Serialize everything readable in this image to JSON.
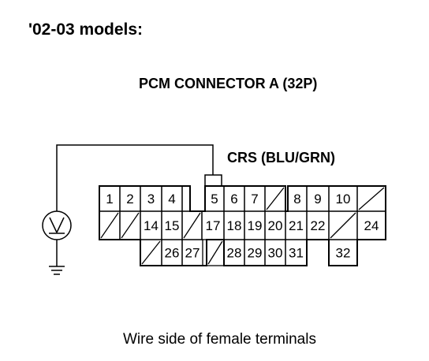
{
  "heading": "'02-03 models:",
  "connector_title": "PCM CONNECTOR A (32P)",
  "wire_label": "CRS (BLU/GRN)",
  "caption": "Wire side of female terminals",
  "meter_symbol": "V",
  "meter_icon": "voltmeter-icon",
  "ground_icon": "ground-icon",
  "probe_terminal": 5,
  "connector": {
    "rows": [
      [
        1,
        2,
        3,
        4,
        "",
        "",
        5,
        6,
        7,
        "",
        8,
        9,
        10,
        ""
      ],
      [
        "",
        "",
        14,
        15,
        "",
        17,
        18,
        19,
        20,
        21,
        22,
        "",
        24
      ],
      [
        "",
        26,
        27,
        "",
        28,
        29,
        30,
        31,
        "",
        32
      ]
    ]
  }
}
